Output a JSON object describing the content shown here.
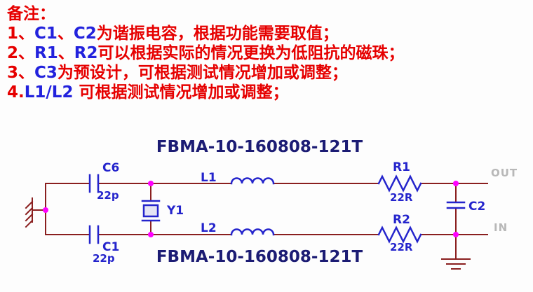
{
  "notes": {
    "heading": "备注：",
    "lines": [
      {
        "segments": [
          {
            "text": "1、",
            "color": "#e60000"
          },
          {
            "text": "C1",
            "color": "#2222dd"
          },
          {
            "text": "、",
            "color": "#e60000"
          },
          {
            "text": "C2",
            "color": "#2222dd"
          },
          {
            "text": "为谐振电容，根据功能需要取值；",
            "color": "#e60000"
          }
        ]
      },
      {
        "segments": [
          {
            "text": "2、",
            "color": "#e60000"
          },
          {
            "text": "R1",
            "color": "#2222dd"
          },
          {
            "text": "、",
            "color": "#e60000"
          },
          {
            "text": "R2",
            "color": "#2222dd"
          },
          {
            "text": "可以根据实际的情况更换为低阻抗的磁珠；",
            "color": "#e60000"
          }
        ]
      },
      {
        "segments": [
          {
            "text": "3、",
            "color": "#e60000"
          },
          {
            "text": "C3",
            "color": "#2222dd"
          },
          {
            "text": "为预设计，可根据测试情况增加或调整；",
            "color": "#e60000"
          }
        ]
      },
      {
        "segments": [
          {
            "text": "4.",
            "color": "#e60000"
          },
          {
            "text": "L1/L2",
            "color": "#2222dd"
          },
          {
            "text": " 可根据测试情况增加或调整；",
            "color": "#e60000"
          }
        ]
      }
    ]
  },
  "schematic": {
    "title_top": "FBMA-10-160808-121T",
    "title_bottom": "FBMA-10-160808-121T",
    "components": {
      "c6": {
        "ref": "C6",
        "value": "22p"
      },
      "c1": {
        "ref": "C1",
        "value": "22p"
      },
      "y1": {
        "ref": "Y1"
      },
      "l1": {
        "ref": "L1"
      },
      "l2": {
        "ref": "L2"
      },
      "r1": {
        "ref": "R1",
        "value": "22R"
      },
      "r2": {
        "ref": "R2",
        "value": "22R"
      },
      "c2": {
        "ref": "C2"
      }
    },
    "ports": {
      "out": "OUT",
      "in": "IN"
    }
  },
  "colors": {
    "note_red": "#e60000",
    "note_blue": "#2222dd",
    "wire": "#8a1f1f",
    "component": "#2424cc",
    "junction_dot": "#ff00ff",
    "title": "#1c1c74",
    "port_label": "#b8b8b8",
    "background": "#fdfdfd"
  }
}
